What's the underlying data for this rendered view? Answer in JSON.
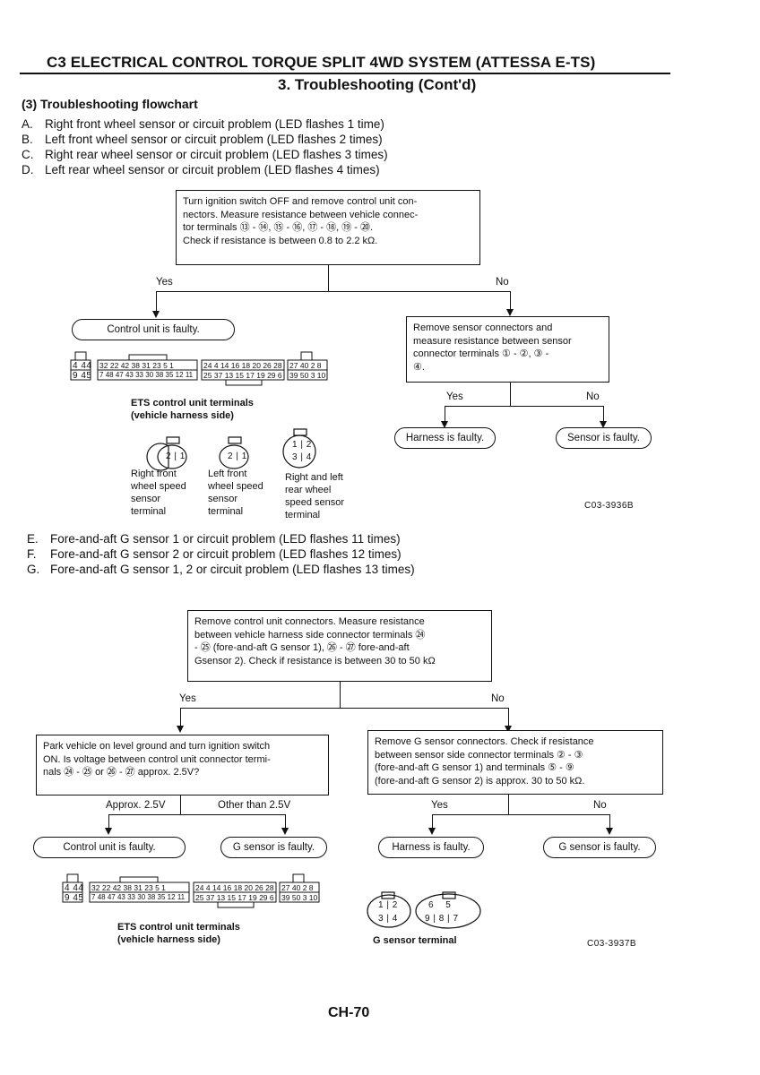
{
  "header": {
    "title": "C3 ELECTRICAL CONTROL TORQUE SPLIT 4WD SYSTEM (ATTESSA E-TS)",
    "subtitle": "3. Troubleshooting (Cont'd)"
  },
  "section": {
    "title": "(3) Troubleshooting flowchart"
  },
  "list1": [
    {
      "letter": "A.",
      "text": "Right front wheel sensor or circuit problem (LED flashes 1 time)"
    },
    {
      "letter": "B.",
      "text": "Left front wheel sensor or circuit problem (LED flashes 2 times)"
    },
    {
      "letter": "C.",
      "text": "Right rear wheel sensor or circuit problem (LED flashes 3 times)"
    },
    {
      "letter": "D.",
      "text": "Left rear wheel sensor or circuit problem (LED flashes 4 times)"
    }
  ],
  "flow1": {
    "step1": {
      "l1": "Turn ignition switch OFF and remove control unit con-",
      "l2": "nectors. Measure resistance between vehicle connec-",
      "l3": "tor terminals ⑬ - ⑭, ⑮ - ⑯, ⑰ - ⑱, ⑲ - ⑳.",
      "l4": "Check if resistance is between 0.8 to 2.2 kΩ."
    },
    "yes": "Yes",
    "no": "No",
    "result_yes": "Control unit is faulty.",
    "step2": {
      "l1": "Remove sensor connectors and",
      "l2": "measure resistance between sensor",
      "l3": "connector terminals ① - ②, ③ -",
      "l4": "④."
    },
    "yes2": "Yes",
    "no2": "No",
    "result_yes2": "Harness is faulty.",
    "result_no2": "Sensor is faulty.",
    "connector_caption_l1": "ETS control unit terminals",
    "connector_caption_l2": "(vehicle harness side)",
    "sensors": [
      {
        "l1": "Right front",
        "l2": "wheel speed",
        "l3": "sensor",
        "l4": "terminal"
      },
      {
        "l1": "Left front",
        "l2": "wheel speed",
        "l3": "sensor",
        "l4": "terminal"
      },
      {
        "l1": "Right and left",
        "l2": "rear wheel",
        "l3": "speed sensor",
        "l4": "terminal"
      }
    ],
    "figure_code": "C03-3936B"
  },
  "list2": [
    {
      "letter": "E.",
      "text": "Fore-and-aft G sensor 1 or circuit problem (LED flashes 11 times)"
    },
    {
      "letter": "F.",
      "text": "Fore-and-aft G sensor 2 or circuit problem (LED flashes 12 times)"
    },
    {
      "letter": "G.",
      "text": "Fore-and-aft G sensor 1, 2 or circuit problem (LED flashes 13 times)"
    }
  ],
  "flow2": {
    "step1": {
      "l1": "Remove control unit connectors. Measure resistance",
      "l2": "between vehicle harness side connector terminals ㉔",
      "l3": "- ㉕ (fore-and-aft G sensor 1), ㉖ - ㉗ fore-and-aft",
      "l4": "Gsensor 2). Check if resistance is between 30 to 50 kΩ"
    },
    "yes": "Yes",
    "no": "No",
    "left": {
      "l1": "Park vehicle on level ground and turn ignition switch",
      "l2": "ON. Is voltage between control unit connector termi-",
      "l3": "nals ㉔ - ㉕ or ㉖ - ㉗ approx. 2.5V?"
    },
    "right": {
      "l1": "Remove G sensor connectors. Check if resistance",
      "l2": "between sensor side connector terminals ② - ③",
      "l3": "(fore-and-aft G sensor 1) and terminals ⑤ - ⑨",
      "l4": "(fore-and-aft G sensor 2) is approx. 30 to 50 kΩ."
    },
    "approx": "Approx. 2.5V",
    "other": "Other than 2.5V",
    "yes2": "Yes",
    "no2": "No",
    "r_control": "Control unit is faulty.",
    "r_gsensor_left": "G sensor is faulty.",
    "r_harness": "Harness is faulty.",
    "r_gsensor_right": "G sensor is faulty.",
    "connector_caption_l1": "ETS control unit terminals",
    "connector_caption_l2": "(vehicle harness side)",
    "g_caption": "G sensor terminal",
    "figure_code": "C03-3937B"
  },
  "footer": {
    "page": "CH-70"
  },
  "connector_numbers": {
    "a_top": [
      "4",
      "44"
    ],
    "a_bot": [
      "9",
      "45"
    ],
    "b_top": [
      "32",
      "22",
      "42",
      "38",
      "31",
      "23",
      "5",
      "1"
    ],
    "b_bot": [
      "7",
      "48",
      "47",
      "43",
      "33",
      "30",
      "38",
      "35",
      "12",
      "11"
    ],
    "c_top": [
      "24",
      "4",
      "14",
      "16",
      "18",
      "20",
      "26",
      "28"
    ],
    "c_bot": [
      "25",
      "37",
      "13",
      "15",
      "17",
      "19",
      "29",
      "6"
    ],
    "d_top": [
      "27",
      "40",
      "2",
      "8"
    ],
    "d_bot": [
      "39",
      "50",
      "3",
      "10"
    ],
    "s_rf": [
      "2",
      "1"
    ],
    "s_lf": [
      "2",
      "1"
    ],
    "s_rear_top": [
      "1",
      "2"
    ],
    "s_rear_bot": [
      "3",
      "4"
    ],
    "g1_top": [
      "1",
      "2"
    ],
    "g1_bot": [
      "3",
      "4"
    ],
    "g2_top": [
      "6",
      "5"
    ],
    "g2_bot": [
      "9",
      "8",
      "7"
    ]
  }
}
